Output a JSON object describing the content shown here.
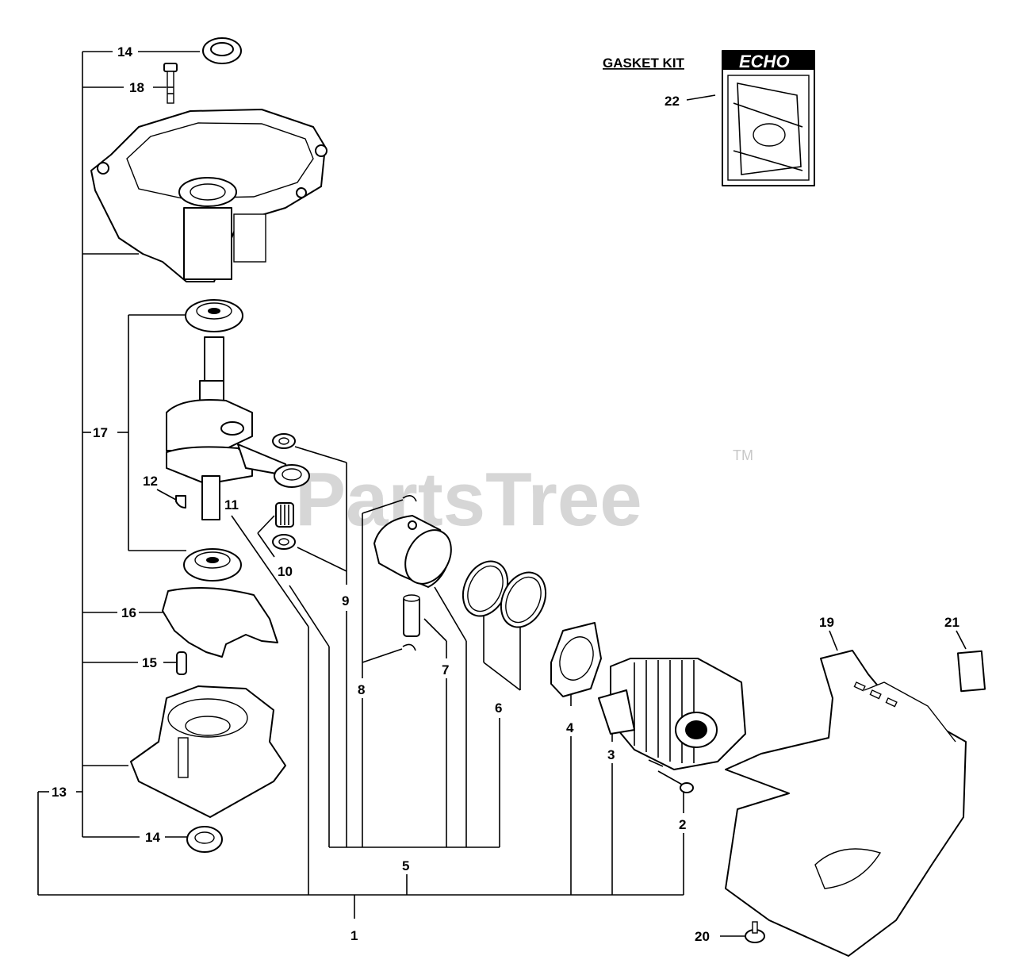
{
  "watermark": {
    "text": "PartsTree",
    "trademark": "TM"
  },
  "gasket_kit": {
    "title": "GASKET KIT",
    "brand": "ECHO"
  },
  "callouts": {
    "c1": "1",
    "c2": "2",
    "c3": "3",
    "c4": "4",
    "c5": "5",
    "c6": "6",
    "c7": "7",
    "c8": "8",
    "c9": "9",
    "c10": "10",
    "c11": "11",
    "c12": "12",
    "c13": "13",
    "c14_top": "14",
    "c14_bottom": "14",
    "c15": "15",
    "c16": "16",
    "c17": "17",
    "c18": "18",
    "c19": "19",
    "c20": "20",
    "c21": "21",
    "c22": "22"
  }
}
